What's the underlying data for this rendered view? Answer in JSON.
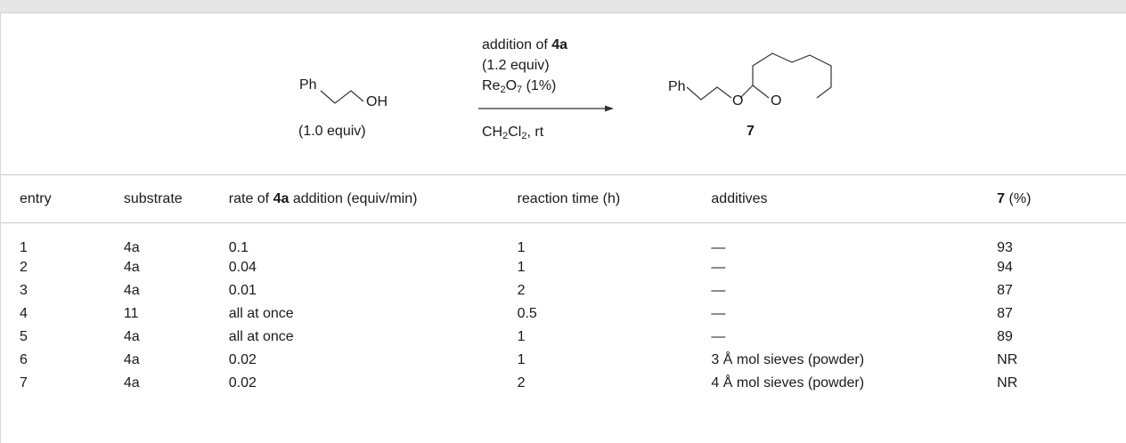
{
  "scheme": {
    "reactant_group": "Ph",
    "reactant_oh": "OH",
    "reactant_equiv": "(1.0 equiv)",
    "cond_line1_pre": "addition of ",
    "cond_line1_bold": "4a",
    "cond_line2": "(1.2 equiv)",
    "cond_catalyst": {
      "re": "Re",
      "re_sub": "2",
      "o": "O",
      "o_sub": "7",
      "loading": " (1%)"
    },
    "cond_solvent": {
      "c": "CH",
      "h_sub": "2",
      "cl": "Cl",
      "cl_sub": "2",
      "temp": ", rt"
    },
    "product_group": "Ph",
    "product_o1": "O",
    "product_o2": "O",
    "product_label": "7"
  },
  "table": {
    "headers": {
      "entry": "entry",
      "substrate": "substrate",
      "rate_pre": "rate of ",
      "rate_bold": "4a",
      "rate_post": " addition (equiv/min)",
      "time": "reaction time (h)",
      "additives": "additives",
      "yield_bold": "7",
      "yield_post": " (%)"
    },
    "rows": [
      {
        "entry": "1",
        "substrate": "4a",
        "rate": "0.1",
        "time": "1",
        "additives": "—",
        "yield": "93"
      },
      {
        "entry": "2",
        "substrate": "4a",
        "rate": "0.04",
        "time": "1",
        "additives": "—",
        "yield": "94"
      },
      {
        "entry": "3",
        "substrate": "4a",
        "rate": "0.01",
        "time": "2",
        "additives": "—",
        "yield": "87"
      },
      {
        "entry": "4",
        "substrate": "11",
        "rate": "all at once",
        "time": "0.5",
        "additives": "—",
        "yield": "87"
      },
      {
        "entry": "5",
        "substrate": "4a",
        "rate": "all at once",
        "time": "1",
        "additives": "—",
        "yield": "89"
      },
      {
        "entry": "6",
        "substrate": "4a",
        "rate": "0.02",
        "time": "1",
        "additives": "3 Å mol sieves (powder)",
        "yield": "NR"
      },
      {
        "entry": "7",
        "substrate": "4a",
        "rate": "0.02",
        "time": "2",
        "additives": "4 Å mol sieves (powder)",
        "yield": "NR"
      }
    ]
  }
}
